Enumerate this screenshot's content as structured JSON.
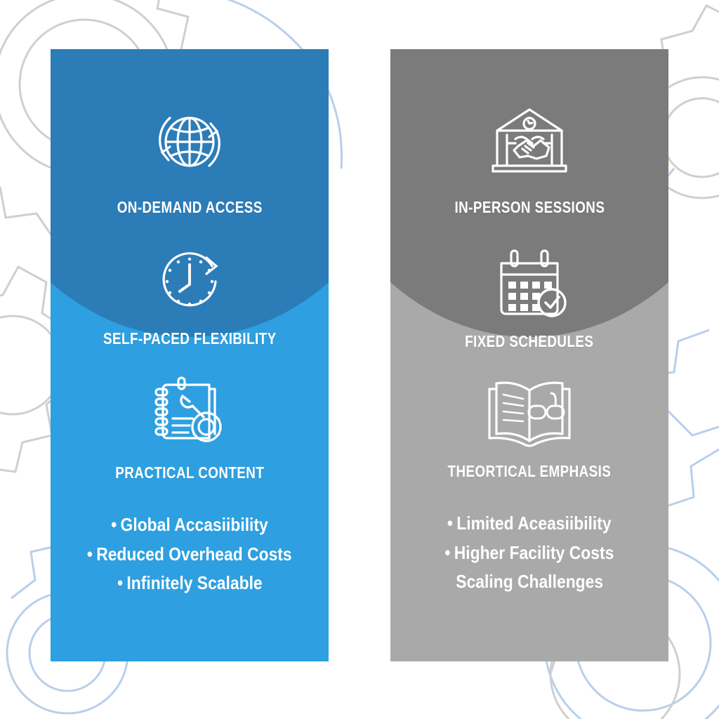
{
  "page": {
    "background_color": "#FFFFFF",
    "decoration": "gear-outlines"
  },
  "colors": {
    "left_panel_base": "#2E9FE0",
    "left_panel_cap": "#2C7CB8",
    "right_panel_base": "#A9A9A9",
    "right_panel_cap": "#7B7B7B",
    "text": "#FFFFFF",
    "gear_gray": "#CFCFCF",
    "gear_blue": "#B9CFEA"
  },
  "panels": [
    {
      "id": "online-learning",
      "side": "left",
      "features": [
        {
          "icon": "globe-refresh-icon",
          "title": "ON-DEMAND ACCESS"
        },
        {
          "icon": "clock-arrow-icon",
          "title": "SELF-PACED FLEXIBILITY"
        },
        {
          "icon": "notebook-wrench-gear-icon",
          "title": "PRACTICAL CONTENT"
        }
      ],
      "bullets": [
        {
          "text": "Global Accasiibility",
          "bullet": true
        },
        {
          "text": "Reduced Overhead Costs",
          "bullet": true
        },
        {
          "text": "Infinitely Scalable",
          "bullet": true
        }
      ]
    },
    {
      "id": "in-person-learning",
      "side": "right",
      "features": [
        {
          "icon": "building-handshake-icon",
          "title": "IN-PERSON SESSIONS"
        },
        {
          "icon": "calendar-check-icon",
          "title": "FIXED SCHEDULES"
        },
        {
          "icon": "open-book-glasses-icon",
          "title": "THEORTICAL EMPHASIS"
        }
      ],
      "bullets": [
        {
          "text": "Limited Aceasiibility",
          "bullet": true
        },
        {
          "text": "Higher Facility Costs",
          "bullet": true
        },
        {
          "text": "Scaling Challenges",
          "bullet": false
        }
      ]
    }
  ]
}
